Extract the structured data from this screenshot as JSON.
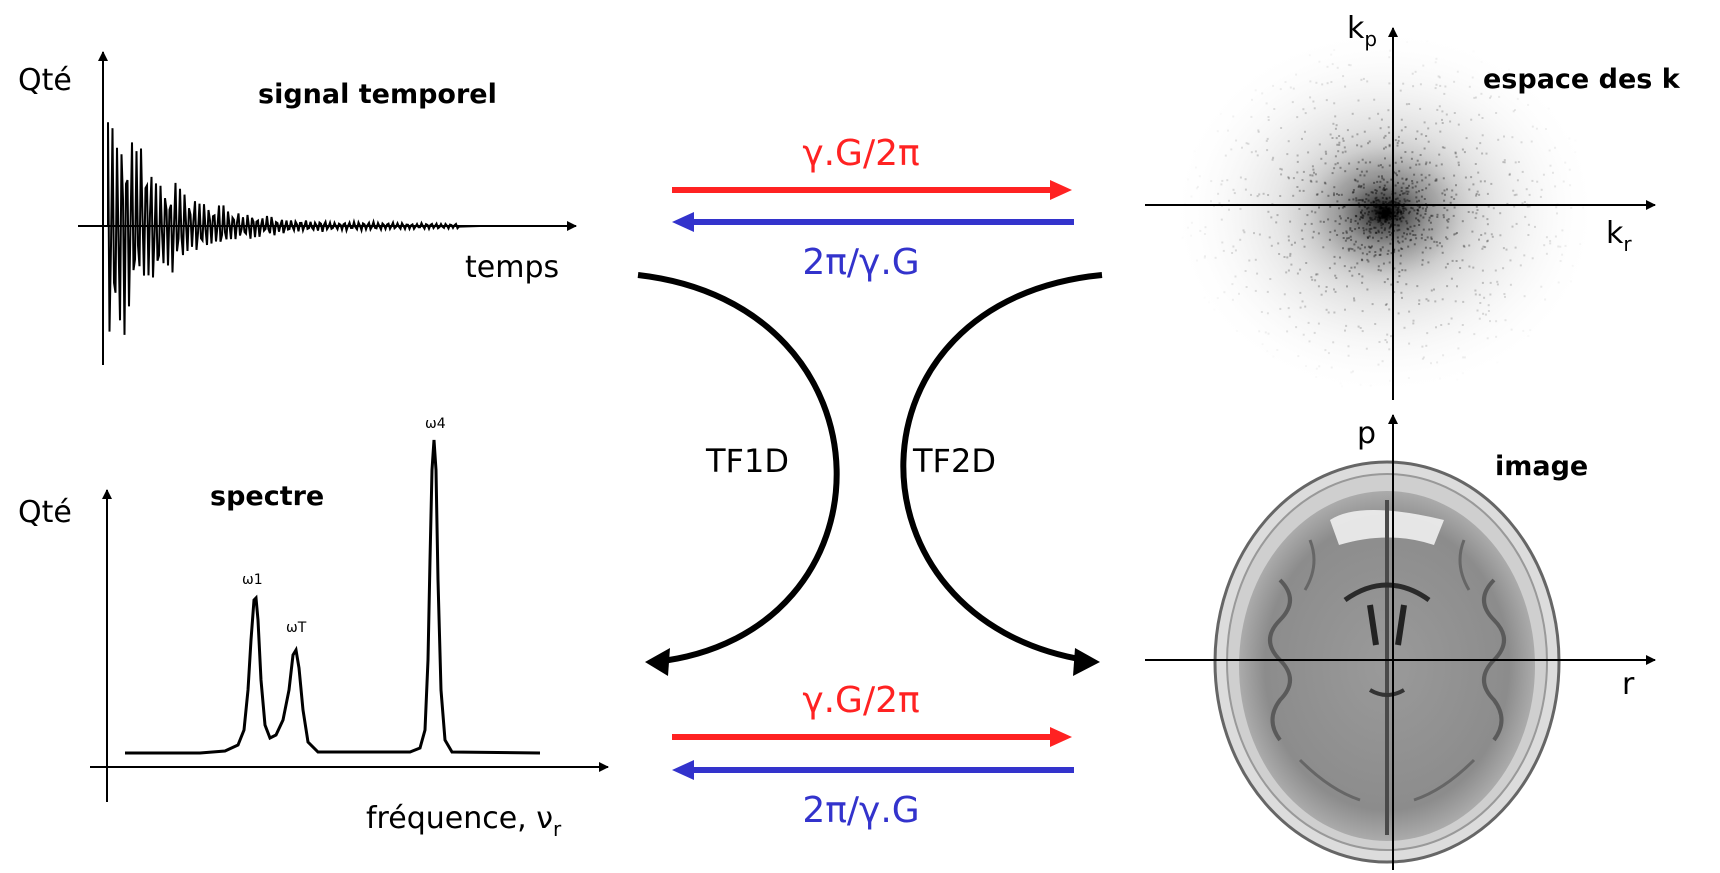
{
  "signal_panel": {
    "ylabel": "Qté",
    "title": "signal temporel",
    "xlabel": "temps"
  },
  "spectrum_panel": {
    "ylabel": "Qté",
    "title": "spectre",
    "xlabel": "fréquence, ",
    "xlabel_symbol": "ν",
    "xlabel_sub": "r",
    "peak_labels": [
      "ω1",
      "ωT",
      "ω4"
    ]
  },
  "kspace_panel": {
    "title": "espace des k",
    "yaxis": "k",
    "yaxis_sub": "p",
    "xaxis": "k",
    "xaxis_sub": "r"
  },
  "image_panel": {
    "title": "image",
    "yaxis": "p",
    "xaxis": "r"
  },
  "transforms": {
    "left": "TF1D",
    "right": "TF2D"
  },
  "conversions": {
    "forward": "γ.G/2π",
    "backward": "2π/γ.G"
  },
  "colors": {
    "forward": "#ff2222",
    "backward": "#3333cc",
    "ink": "#000000"
  }
}
